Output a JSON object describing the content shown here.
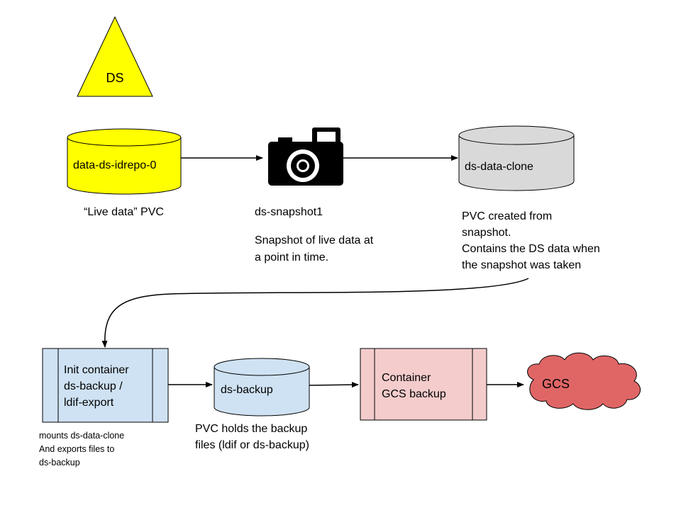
{
  "colors": {
    "yellow": "#ffff00",
    "gray": "#d9d9d9",
    "blue": "#cfe2f3",
    "pink": "#f4cccc",
    "gcs": "#e06666",
    "stroke": "#000000"
  },
  "ds_triangle": {
    "label": "DS"
  },
  "live_pvc": {
    "label": "data-ds-idrepo-0",
    "caption": "“Live data” PVC"
  },
  "snapshot": {
    "icon": "camera-icon",
    "name": "ds-snapshot1",
    "description_lines": [
      "Snapshot of live data at",
      "a point in time."
    ]
  },
  "clone_pvc": {
    "label": "ds-data-clone",
    "description_lines": [
      "PVC created from",
      "snapshot.",
      "Contains the DS data when",
      "the snapshot was taken"
    ]
  },
  "init_container": {
    "label_lines": [
      "Init container",
      "ds-backup /",
      "ldif-export"
    ],
    "note_lines": [
      "mounts ds-data-clone",
      "And exports files to",
      "ds-backup"
    ]
  },
  "backup_pvc": {
    "label": "ds-backup",
    "caption_lines": [
      "PVC holds the backup",
      "files (ldif or ds-backup)"
    ]
  },
  "gcs_container": {
    "label_lines": [
      "Container",
      "GCS backup"
    ]
  },
  "gcs_cloud": {
    "label": "GCS"
  }
}
